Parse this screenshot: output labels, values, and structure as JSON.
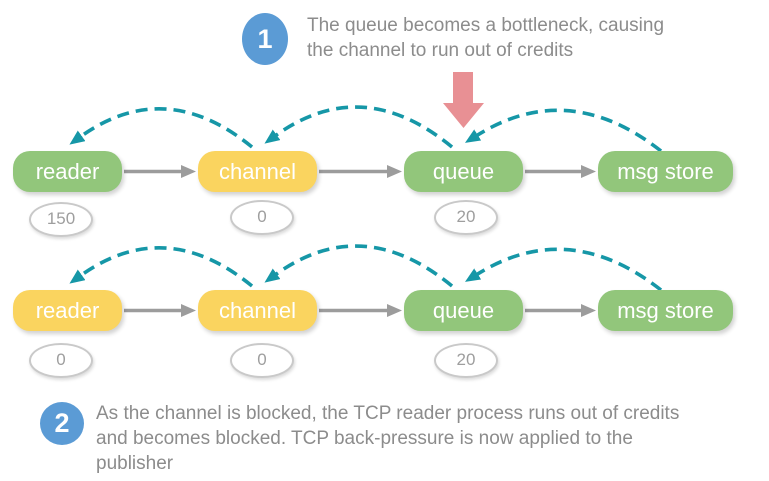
{
  "colors": {
    "background": "#FFFFFF",
    "node_green": "#92C67B",
    "node_yellow": "#FAD45F",
    "node_text": "#FFFFFF",
    "credit_arc_teal": "#1697A7",
    "flow_arrow_gray": "#9C9C9C",
    "alert_arrow_red": "#E89094",
    "badge_blue": "#5B9BD5",
    "badge_text": "#FFFFFF",
    "note_text": "#8C8C8C",
    "credit_text": "#9E9E9E",
    "credit_border": "#C9C9C9",
    "credit_fill": "#FFFFFF"
  },
  "notes": {
    "step1": {
      "number": "1",
      "lines": [
        "The queue becomes a bottleneck, causing",
        "the channel to run out of credits"
      ]
    },
    "step2": {
      "number": "2",
      "lines": [
        "As the channel is blocked, the TCP reader process runs out of credits",
        "and becomes blocked. TCP back-pressure is now applied to the",
        "publisher"
      ]
    }
  },
  "rows": [
    {
      "name": "row-1",
      "nodes": [
        {
          "label": "reader",
          "state": "green",
          "credit": "150"
        },
        {
          "label": "channel",
          "state": "yellow",
          "credit": "0"
        },
        {
          "label": "queue",
          "state": "green",
          "credit": "20"
        },
        {
          "label": "msg store",
          "state": "green"
        }
      ]
    },
    {
      "name": "row-2",
      "nodes": [
        {
          "label": "reader",
          "state": "yellow",
          "credit": "0"
        },
        {
          "label": "channel",
          "state": "yellow",
          "credit": "0"
        },
        {
          "label": "queue",
          "state": "green",
          "credit": "20"
        },
        {
          "label": "msg store",
          "state": "green"
        }
      ]
    }
  ]
}
